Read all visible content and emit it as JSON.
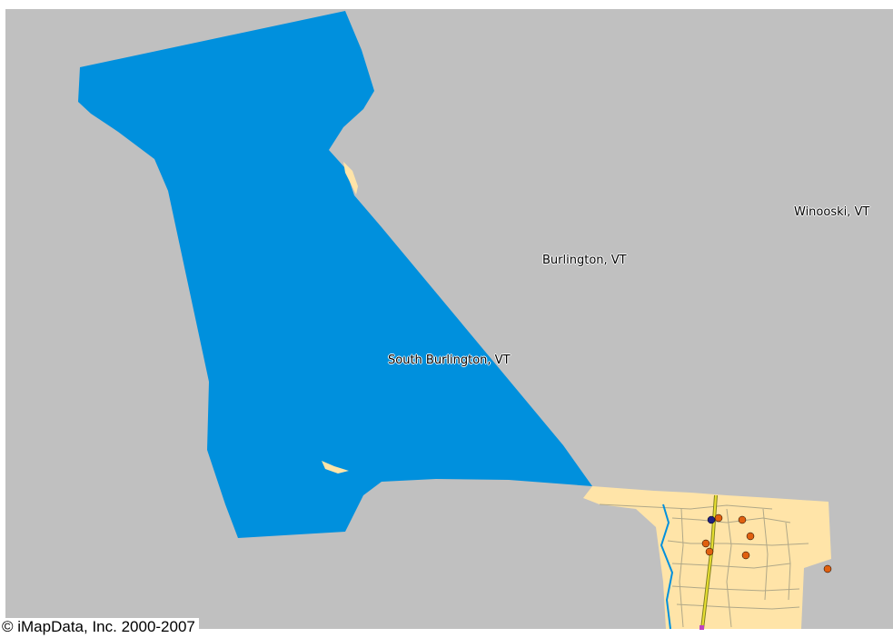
{
  "map": {
    "colors": {
      "background_land": "#c0c0c0",
      "water": "#0090dd",
      "urban_area": "#ffe4a8",
      "highway": "#e8e030",
      "poi_marker": "#e06010",
      "poi_marker_dark": "#202080"
    },
    "labels": {
      "winooski": "Winooski, VT",
      "burlington": "Burlington, VT",
      "south_burlington": "South Burlington, VT"
    },
    "copyright": "© iMapData, Inc. 2000-2007"
  }
}
